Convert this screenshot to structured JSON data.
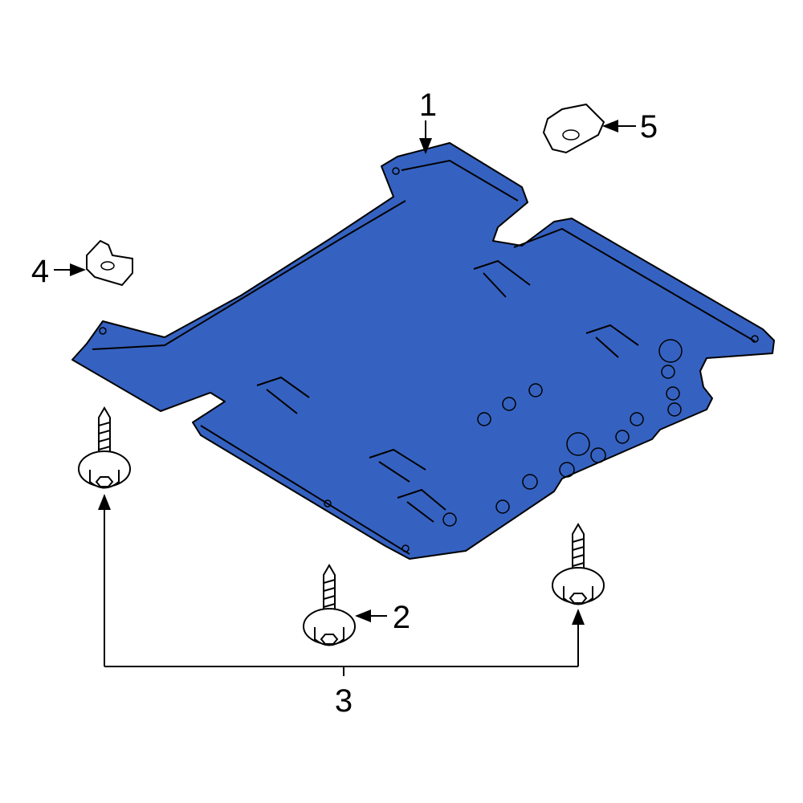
{
  "colors": {
    "plate": "#3562c1",
    "outline": "#000000",
    "hardware": "#ffffff"
  },
  "callouts": {
    "c1": "1",
    "c2": "2",
    "c3": "3",
    "c4": "4",
    "c5": "5"
  }
}
